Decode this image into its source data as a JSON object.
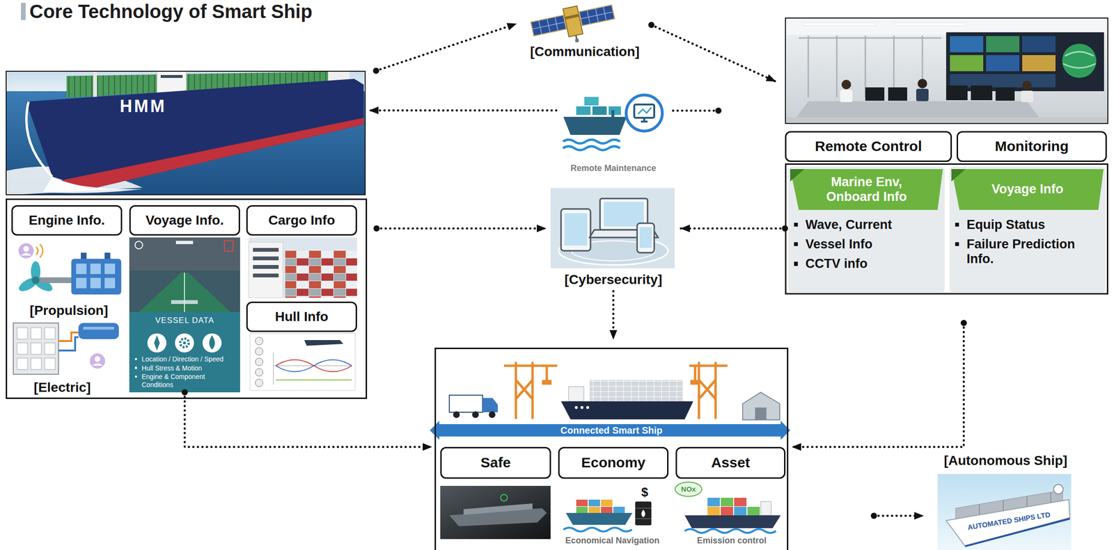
{
  "diagram": {
    "title": "Core Technology of Smart Ship",
    "nodes": [
      {
        "text": [
          "HMM"
        ]
      },
      {
        "text": [
          "[Communication]"
        ]
      },
      {
        "text": [
          "Remote Maintenance"
        ]
      },
      {
        "text": []
      },
      {
        "text": [
          "Remote Control"
        ]
      },
      {
        "text": [
          "Monitoring"
        ]
      },
      {
        "text": []
      },
      {
        "text": [
          "Marine Env, Onboard Info",
          "Wave, Current",
          "Vessel Info",
          "CCTV info"
        ],
        "in": 6
      },
      {
        "text": [
          "Voyage Info",
          "Equip Status",
          "Failure Prediction Info."
        ],
        "in": 6
      },
      {
        "text": []
      },
      {
        "text": [
          "Engine Info."
        ],
        "in": 9
      },
      {
        "text": [
          "Voyage Info."
        ],
        "in": 9
      },
      {
        "text": [
          "Cargo Info"
        ],
        "in": 9
      },
      {
        "text": [
          "Hull Info"
        ],
        "in": 9
      },
      {
        "text": [
          "VESSEL DATA",
          "Location / Direction / Speed",
          "Hull Stress & Motion",
          "Engine & Component Conditions"
        ],
        "in": 9
      },
      {
        "text": [
          "[Cybersecurity]"
        ]
      },
      {
        "text": []
      },
      {
        "text": [
          "Connected Smart Ship"
        ],
        "in": 16
      },
      {
        "text": [
          "Safe"
        ],
        "in": 16
      },
      {
        "text": [
          "Economy"
        ],
        "in": 16
      },
      {
        "text": [
          "Asset"
        ],
        "in": 16
      },
      {
        "text": [
          "[Autonomous Ship]"
        ]
      }
    ],
    "edges": [
      {
        "from": 0,
        "to": 1,
        "arrow": "to"
      },
      {
        "from": 1,
        "to": 3,
        "arrow": "to"
      },
      {
        "from": 3,
        "to": 2,
        "arrow": "none"
      },
      {
        "from": 2,
        "to": 0,
        "arrow": "to"
      },
      {
        "from": 9,
        "to": 15,
        "arrow": "to"
      },
      {
        "from": 6,
        "to": 15,
        "arrow": "to"
      },
      {
        "from": 15,
        "to": 16,
        "arrow": "to"
      },
      {
        "from": 14,
        "to": 16,
        "arrow": "to"
      },
      {
        "from": 6,
        "to": 16,
        "arrow": "to"
      },
      {
        "from": 16,
        "to": 21,
        "arrow": "to"
      }
    ],
    "labels": [
      "[Propulsion]",
      "[Electric]",
      "$",
      "NOx",
      "Economical Navigation",
      "Emission control",
      "AUTOMATED SHIPS LTD"
    ]
  }
}
